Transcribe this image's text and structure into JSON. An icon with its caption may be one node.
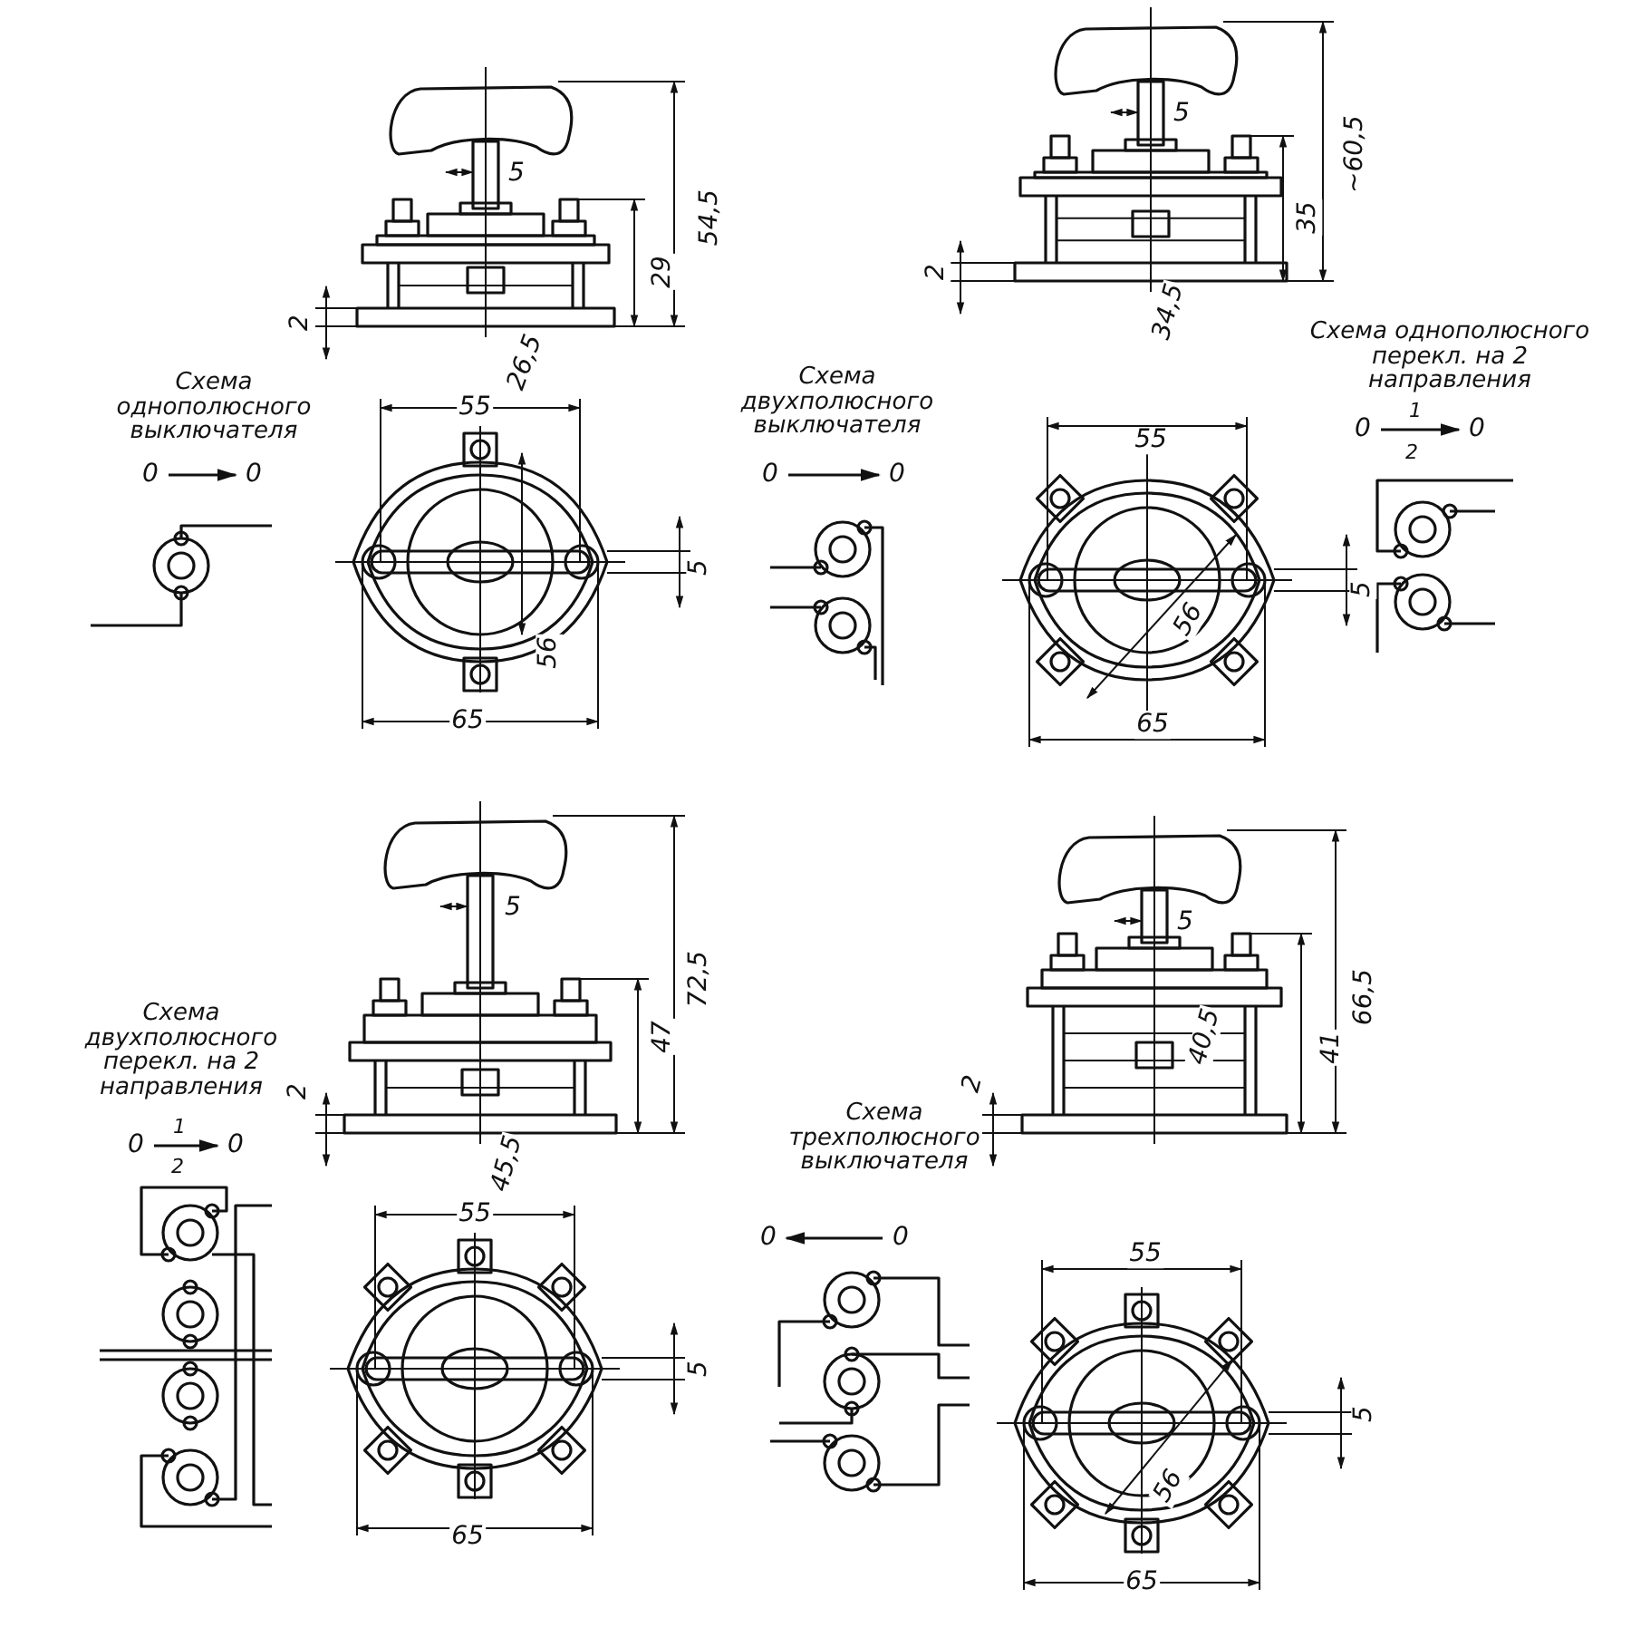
{
  "diagram": {
    "labels": [
      "5",
      "54,5",
      "29",
      "2",
      "26,5",
      "Схема однополюсного выключателя",
      "0",
      "0",
      "55",
      "5",
      "56",
      "65",
      "5",
      "~60,5",
      "35",
      "2",
      "34,5",
      "Схема двухполюсного выключателя",
      "0",
      "0",
      "55",
      "Схема однополюсного перекл. на 2 направления",
      "0",
      "1",
      "2",
      "0",
      "5",
      "56",
      "65",
      "5",
      "72,5",
      "47",
      "2",
      "45,5",
      "Схема двухполюсного перекл. на 2 направления",
      "0",
      "1",
      "2",
      "0",
      "55",
      "5",
      "65",
      "5",
      "66,5",
      "41",
      "40,5",
      "2",
      "Схема трехполюсного выключателя",
      "0",
      "0",
      "55",
      "5",
      "56",
      "65"
    ]
  }
}
